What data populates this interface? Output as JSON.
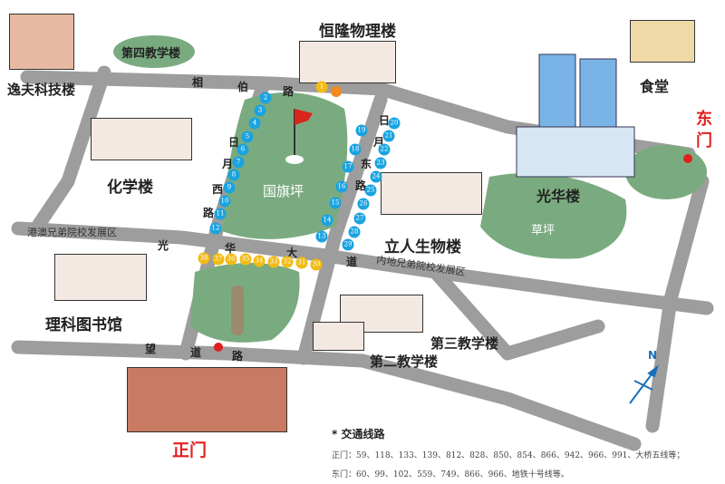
{
  "buildings": {
    "yifu": "逸夫科技楼",
    "fourth_teaching": "第四教学楼",
    "henglong": "恒隆物理楼",
    "canteen": "食堂",
    "east_gate": "东门",
    "chemistry": "化学楼",
    "flag_square": "国旗坪",
    "guanghua": "光华楼",
    "lawn": "草坪",
    "liren": "立人生物楼",
    "science_library": "理科图书馆",
    "third_teaching": "第三教学楼",
    "second_teaching": "第二教学楼",
    "main_gate": "正门"
  },
  "roads": {
    "xiangbo": [
      "相",
      "伯",
      "路"
    ],
    "riyue_west": [
      "日",
      "月",
      "西",
      "路"
    ],
    "riyue_east": [
      "日",
      "月",
      "东",
      "路"
    ],
    "guanghua_ave": [
      "光",
      "华",
      "大",
      "道"
    ],
    "wangdao": [
      "望",
      "道",
      "路"
    ],
    "hk_macau_building": "港澳兄弟院校发展区",
    "mainland_building": "内地兄弟院校发展区"
  },
  "compass": "N",
  "markers": {
    "yellow_top": "1",
    "blue": [
      "2",
      "3",
      "4",
      "5",
      "6",
      "7",
      "8",
      "9",
      "10",
      "11",
      "12",
      "13",
      "14",
      "15",
      "16",
      "17",
      "18",
      "19",
      "20",
      "21",
      "22",
      "23",
      "24",
      "25",
      "26",
      "27",
      "28",
      "29"
    ],
    "yellow": [
      "30",
      "31",
      "32",
      "33",
      "34",
      "35",
      "36",
      "37",
      "38"
    ]
  },
  "legend": {
    "title": "* 交通线路",
    "main_gate": "正门：59、118、133、139、812、828、850、854、866、942、966、991、大桥五线等；",
    "east_gate": "东门：60、99、102、559、749、866、966、地铁十号线等。"
  },
  "colors": {
    "road": "#9a9a9a",
    "lawn": "#7aab80",
    "blue": "#1aa3e0",
    "yellow": "#f2bb12",
    "red": "#e0201f"
  }
}
